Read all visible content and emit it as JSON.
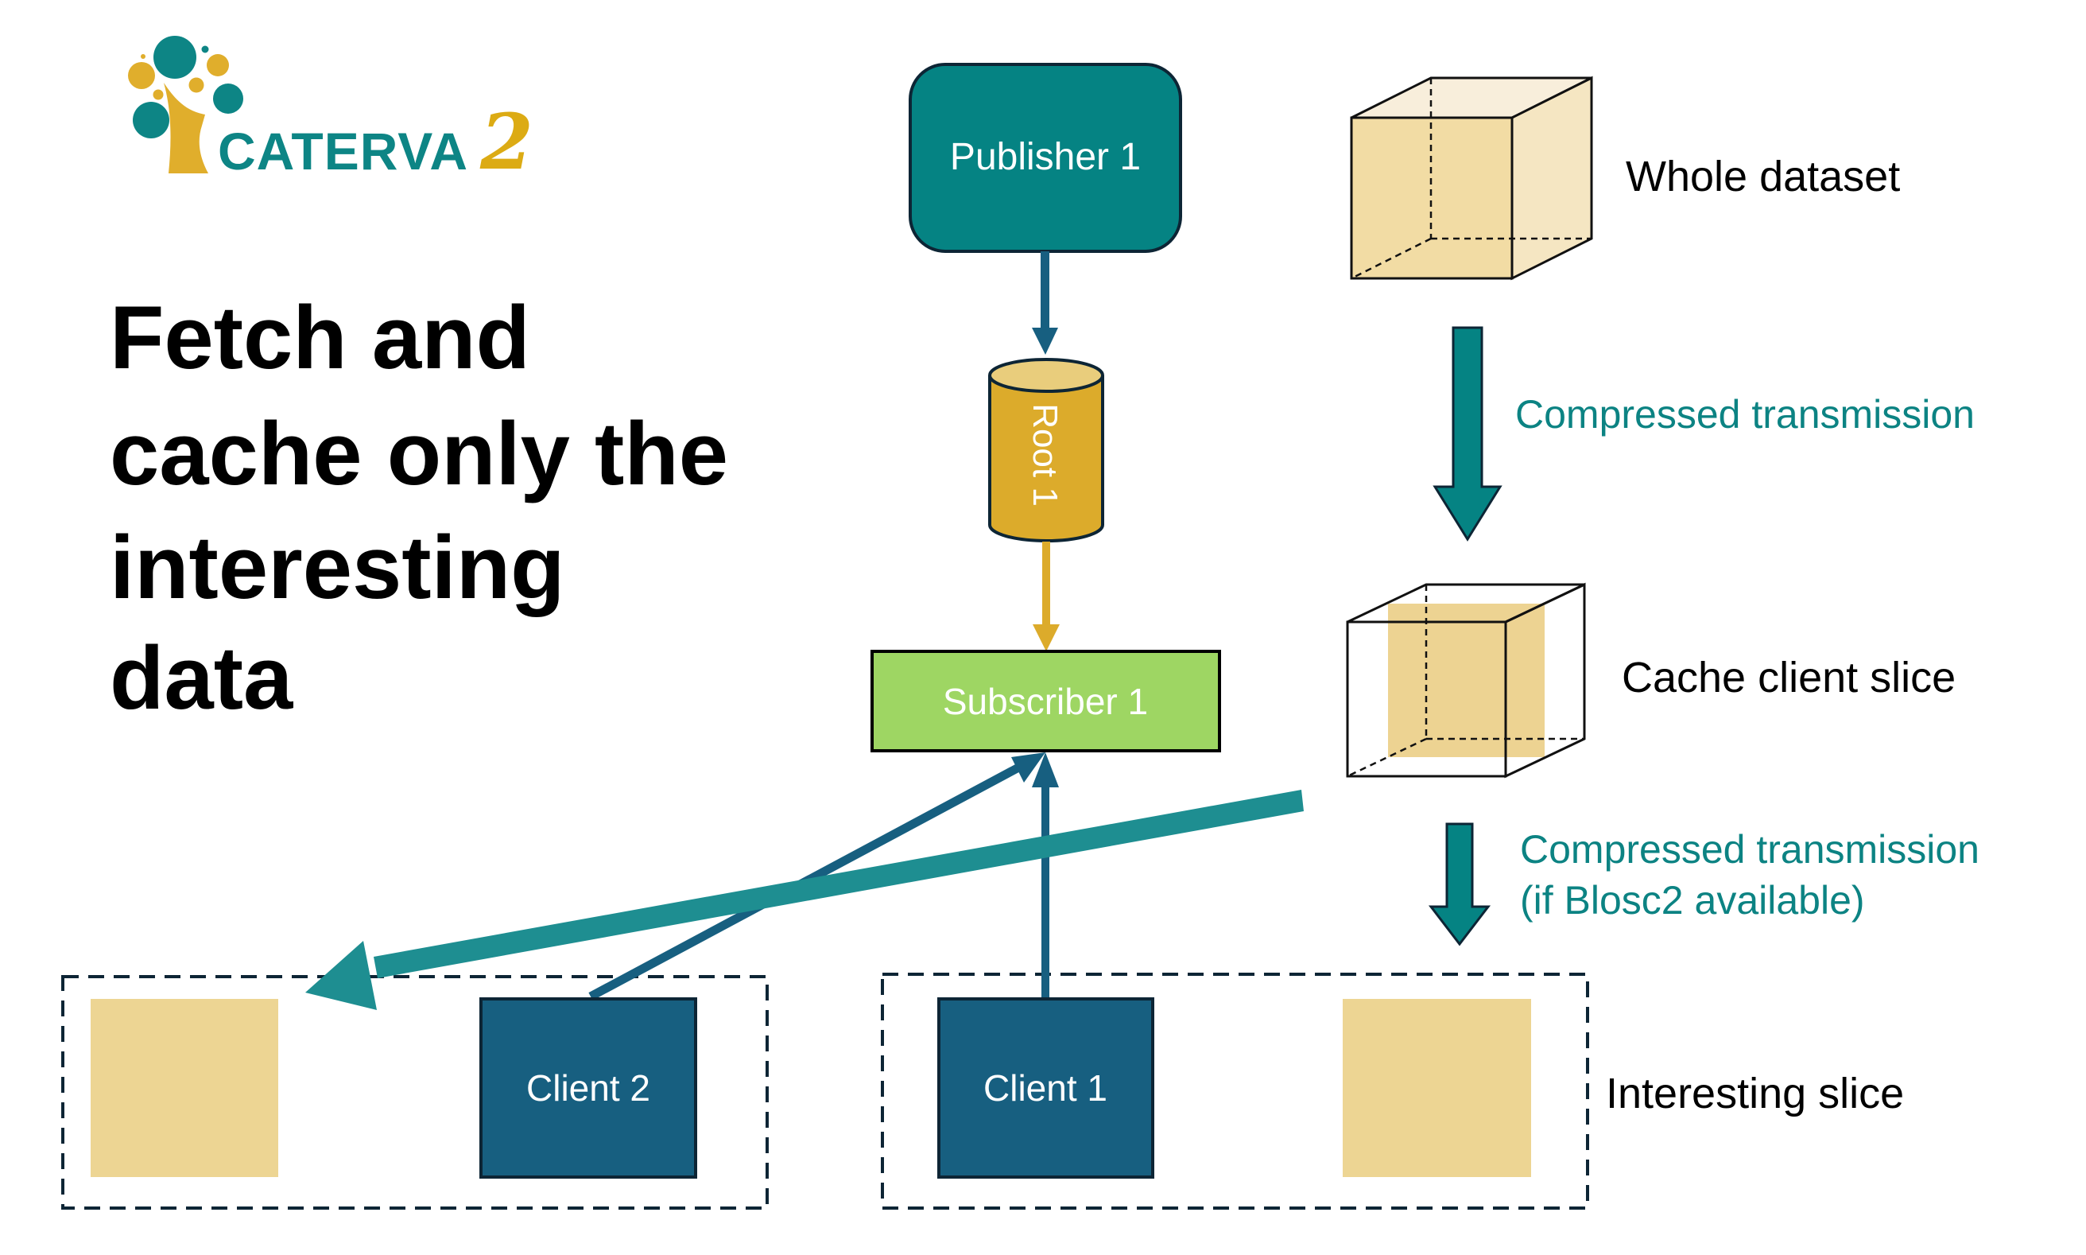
{
  "logo": {
    "wordmark": "CATERVA",
    "suffix": "2",
    "colors": {
      "teal": "#0d8585",
      "gold": "#e0ae2c"
    }
  },
  "title": {
    "lines": [
      "Fetch and",
      "cache only the",
      "interesting",
      "data"
    ]
  },
  "nodes": {
    "publisher": {
      "label": "Publisher 1",
      "color": "#058383"
    },
    "root": {
      "label": "Root 1",
      "color": "#dcab2b"
    },
    "subscriber": {
      "label": "Subscriber 1",
      "color": "#9ed663"
    },
    "client2": {
      "label": "Client 2",
      "color": "#175f80"
    },
    "client1": {
      "label": "Client 1",
      "color": "#175f80"
    }
  },
  "labels": {
    "whole_dataset": "Whole dataset",
    "compressed_1": "Compressed transmission",
    "cache_client_slice": "Cache client slice",
    "compressed_2_line1": "Compressed transmission",
    "compressed_2_line2": "(if Blosc2 available)",
    "interesting_slice": "Interesting slice"
  },
  "colors": {
    "slice_fill": "#edd593",
    "cube_front": "#f2dca4",
    "cube_side": "#f5e6c2",
    "cube_top": "#f8eedb",
    "flow_teal": "#1e8e91",
    "link_blue": "#175f80",
    "outline_dark": "#0d2535"
  }
}
